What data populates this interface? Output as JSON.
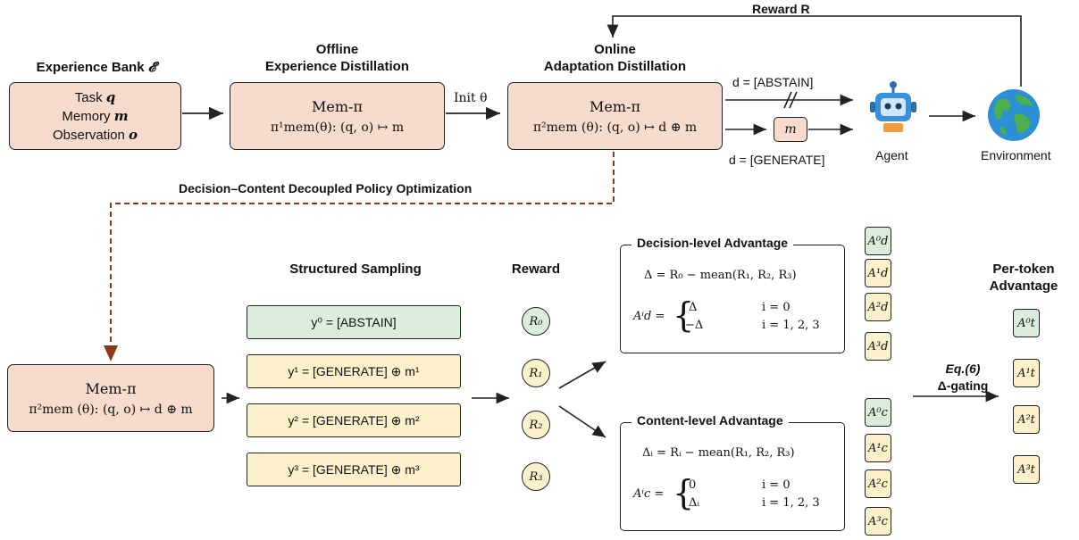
{
  "top": {
    "experience_bank": {
      "header": "Experience Bank",
      "header_symbol": "𝓔",
      "lines": [
        "Task",
        "Memory",
        "Observation"
      ],
      "symbols": [
        "q",
        "m",
        "o"
      ]
    },
    "offline": {
      "header_line1": "Offline",
      "header_line2": "Experience Distillation",
      "title": "Mem-π",
      "formula": "π¹mem(θ): (q, o) ↦ m"
    },
    "init_label": "Init θ",
    "online": {
      "header_line1": "Online",
      "header_line2": "Adaptation Distillation",
      "title": "Mem-π",
      "formula": "π²mem (θ): (q, o) ↦ d ⊕ m"
    },
    "abstain_label": "d = [ABSTAIN]",
    "generate_label": "d = [GENERATE]",
    "memory_token": "m",
    "agent_label": "Agent",
    "environment_label": "Environment",
    "reward_label": "Reward R",
    "dcpo_label": "Decision–Content Decoupled Policy Optimization"
  },
  "bottom": {
    "mem_box": {
      "title": "Mem-π",
      "formula": "π²mem (θ): (q, o) ↦ d ⊕ m"
    },
    "sampling_header": "Structured Sampling",
    "samples": [
      "y⁰ = [ABSTAIN]",
      "y¹ = [GENERATE] ⊕ m¹",
      "y² = [GENERATE] ⊕ m²",
      "y³ = [GENERATE] ⊕ m³"
    ],
    "reward_header": "Reward",
    "rewards": [
      "R₀",
      "R₁",
      "R₂",
      "R₃"
    ],
    "decision": {
      "title": "Decision-level Advantage",
      "delta_eq": "Δ = R₀ − mean(R₁, R₂, R₃)",
      "adv_lhs": "Aⁱd =",
      "case1_val": "Δ",
      "case1_cond": "i = 0",
      "case2_val": "−Δ",
      "case2_cond": "i = 1, 2, 3",
      "tokens": [
        "A⁰d",
        "A¹d",
        "A²d",
        "A³d"
      ]
    },
    "content": {
      "title": "Content-level Advantage",
      "delta_eq": "Δᵢ = Rᵢ − mean(R₁, R₂, R₃)",
      "adv_lhs": "Aⁱc =",
      "case1_val": "0",
      "case1_cond": "i = 0",
      "case2_val": "Δᵢ",
      "case2_cond": "i = 1, 2, 3",
      "tokens": [
        "A⁰c",
        "A¹c",
        "A²c",
        "A³c"
      ]
    },
    "gating_line1": "Eq.(6)",
    "gating_line2": "Δ-gating",
    "pertoken_header_line1": "Per-token",
    "pertoken_header_line2": "Advantage",
    "pertoken_tokens": [
      "A⁰t",
      "A¹t",
      "A²t",
      "A³t"
    ]
  },
  "colors": {
    "peach": "#f7dccd",
    "green": "#dbeedd",
    "yellow": "#fdf1cb",
    "dashed_arrow": "#8b3a1a",
    "robot_blue": "#3b8fd9",
    "earth_blue": "#2d8fd5",
    "earth_green": "#4caf50"
  }
}
